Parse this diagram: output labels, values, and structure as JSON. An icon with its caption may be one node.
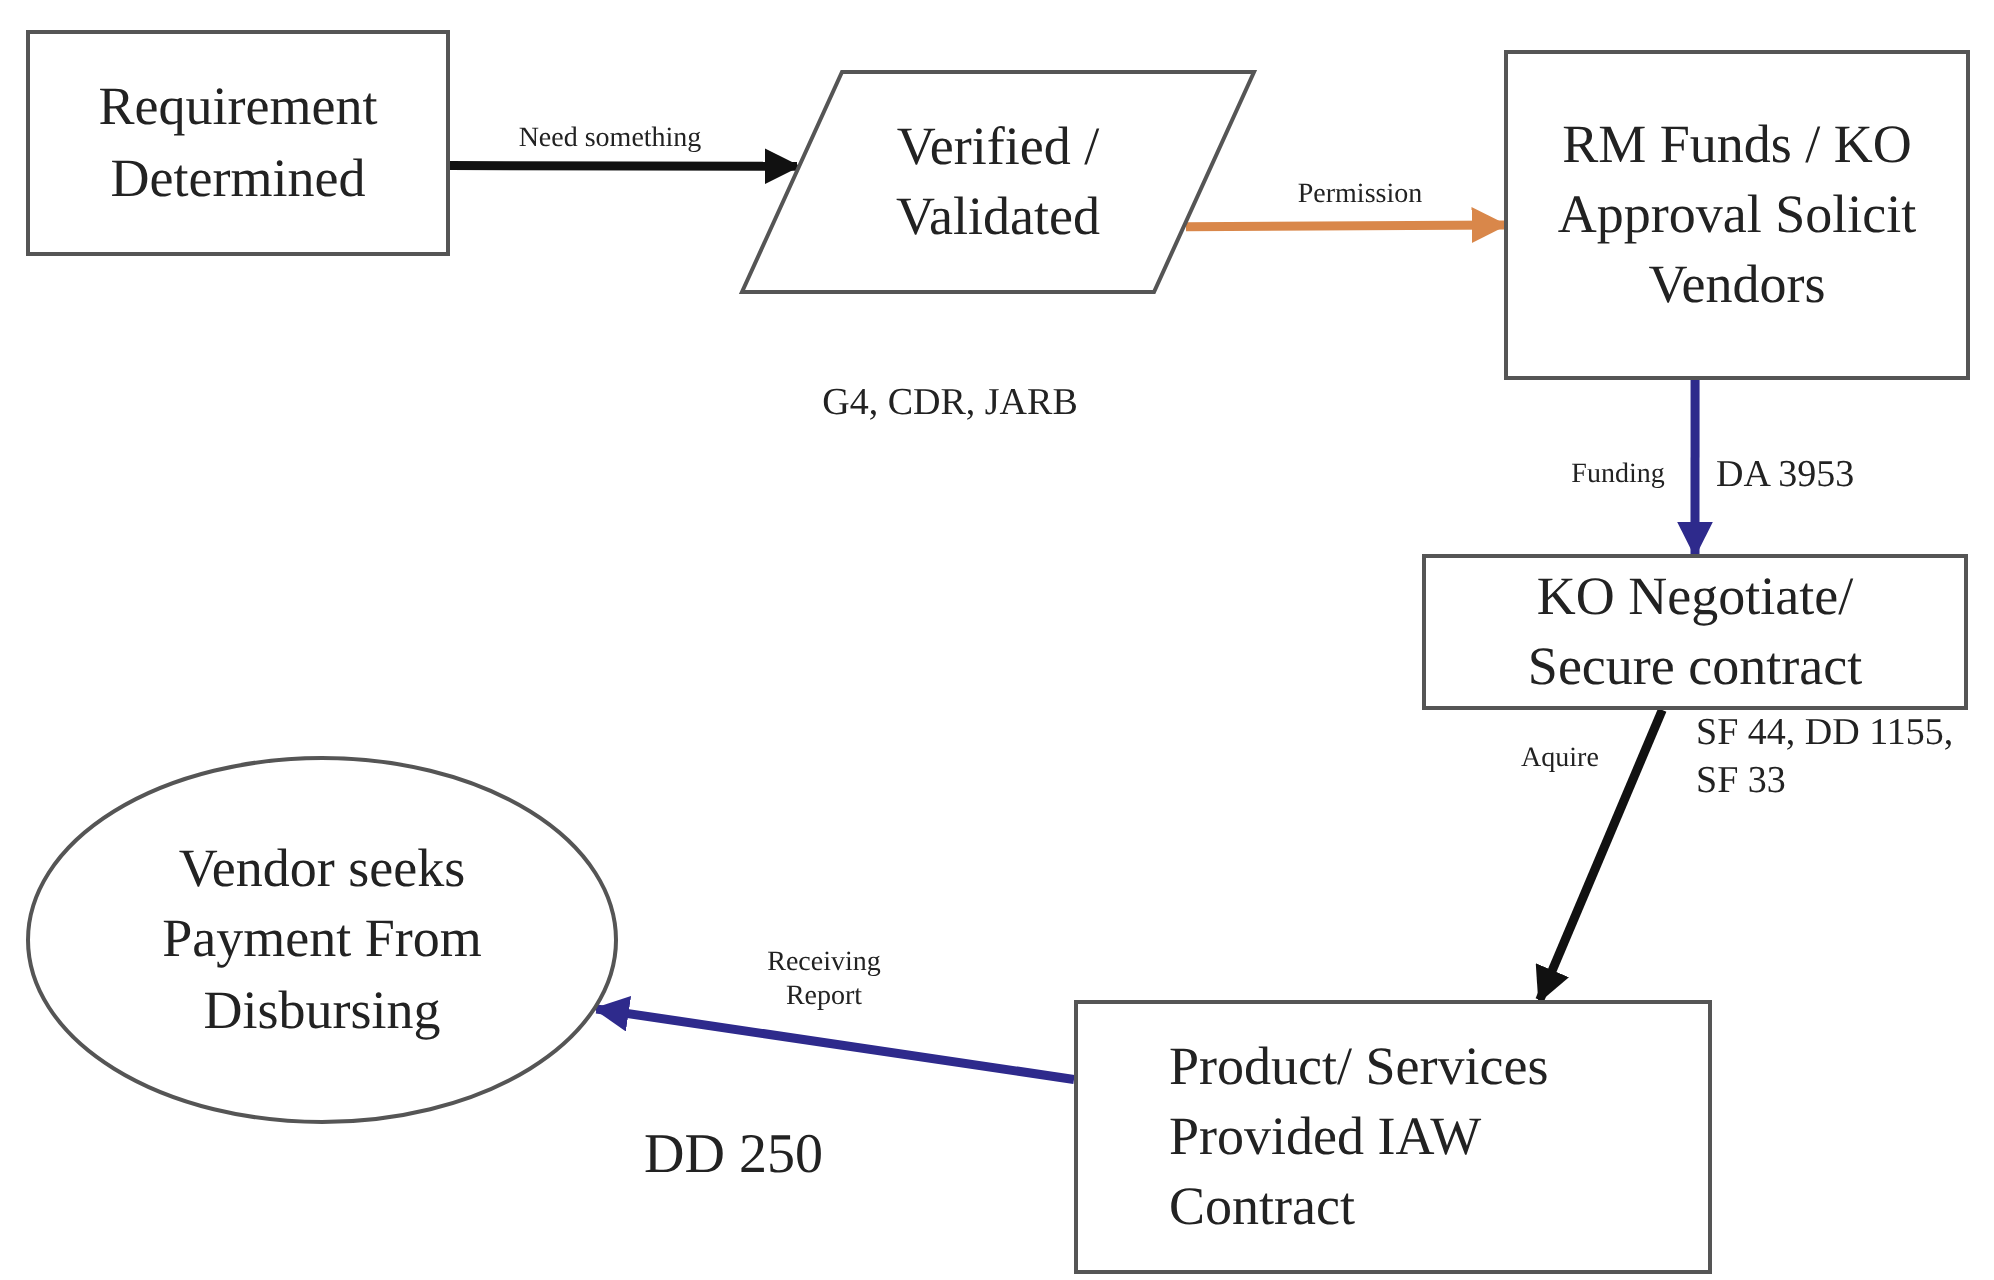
{
  "diagram": {
    "nodes": [
      {
        "text": [
          "Requirement Determined"
        ]
      },
      {
        "text": [
          "Verified / Validated"
        ],
        "beside": [
          "G4, CDR, JARB"
        ]
      },
      {
        "text": [
          "RM Funds / KO Approval Solicit Vendors"
        ]
      },
      {
        "text": [
          "KO Negotiate/ Secure contract"
        ]
      },
      {
        "text": [
          "Product/ Services Provided IAW Contract"
        ]
      },
      {
        "text": [
          "Vendor seeks Payment From Disbursing"
        ]
      }
    ],
    "edges": [
      {
        "from": 0,
        "to": 1,
        "arrow": "to",
        "label": "Need something"
      },
      {
        "from": 1,
        "to": 2,
        "arrow": "to",
        "label": "Permission",
        "color": "#d9874a"
      },
      {
        "from": 2,
        "to": 3,
        "arrow": "to",
        "label": "Funding",
        "color": "#2e2a8c"
      },
      {
        "from": 3,
        "to": 4,
        "arrow": "to",
        "label": "Aquire"
      },
      {
        "from": 4,
        "to": 5,
        "arrow": "to",
        "label": "Receiving Report",
        "color": "#2e2a8c"
      }
    ],
    "labels": [
      "DA 3953",
      "SF 44, DD 1155, SF 33",
      "DD 250"
    ]
  }
}
